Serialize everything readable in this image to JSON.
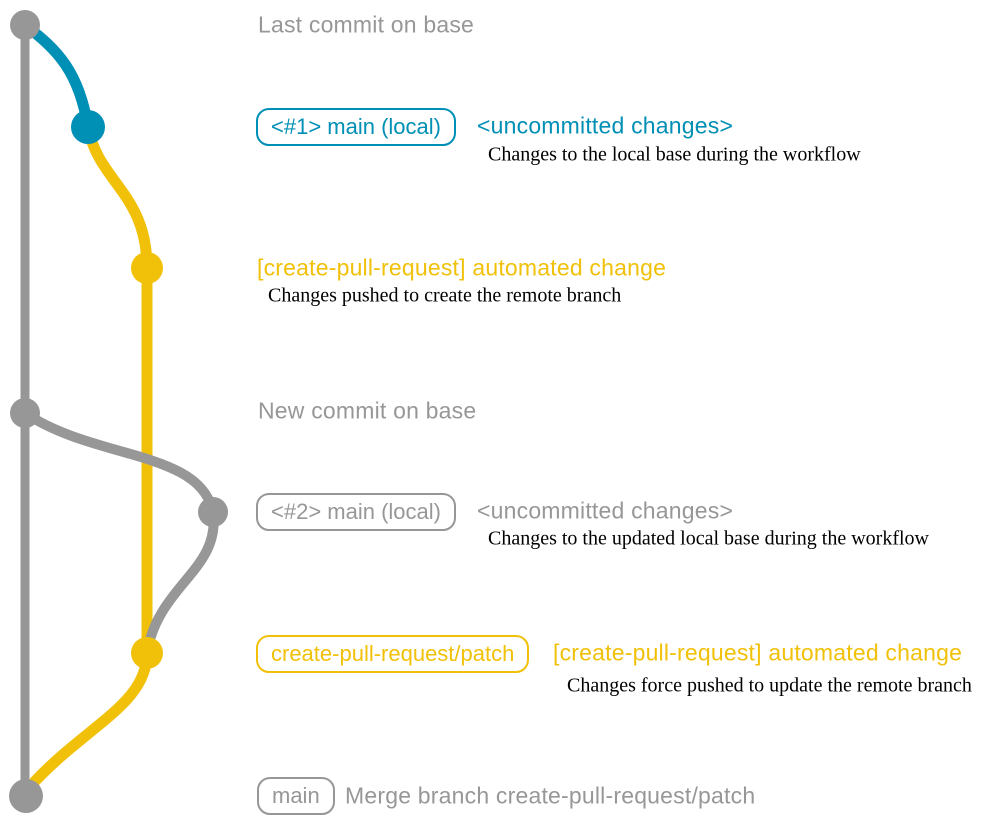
{
  "colors": {
    "base_gray": "#979797",
    "local_blue": "#008fb5",
    "branch_yellow": "#f1c109",
    "note_black": "#000000",
    "background": "#ffffff"
  },
  "annotations": {
    "last_commit": "Last commit on base",
    "new_commit": "New commit on base"
  },
  "rows": {
    "local1": {
      "tag": "<#1> main (local)",
      "heading": "<uncommitted changes>",
      "note": "Changes to the local base during the workflow"
    },
    "push1": {
      "heading": "[create-pull-request] automated change",
      "note": "Changes pushed to create the remote branch"
    },
    "local2": {
      "tag": "<#2> main (local)",
      "heading": "<uncommitted changes>",
      "note": "Changes to the updated local base during the workflow"
    },
    "push2": {
      "tag": "create-pull-request/patch",
      "heading": "[create-pull-request] automated change",
      "note": "Changes force pushed to update the remote branch"
    },
    "merge": {
      "tag": "main",
      "message": "Merge branch create-pull-request/patch"
    }
  }
}
